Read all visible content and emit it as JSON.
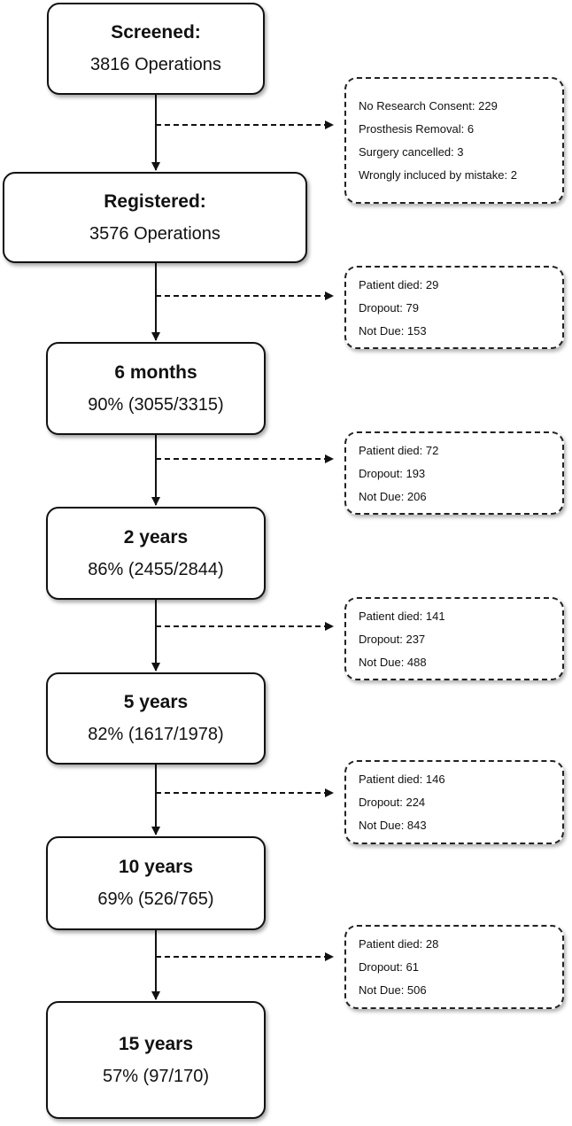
{
  "stages": [
    {
      "title": "Screened:",
      "value": "3816 Operations"
    },
    {
      "title": "Registered:",
      "value": "3576 Operations"
    },
    {
      "title": "6 months",
      "value": "90% (3055/3315)"
    },
    {
      "title": "2 years",
      "value": "86% (2455/2844)"
    },
    {
      "title": "5 years",
      "value": "82% (1617/1978)"
    },
    {
      "title": "10 years",
      "value": "69% (526/765)"
    },
    {
      "title": "15 years",
      "value": "57% (97/170)"
    }
  ],
  "exclusions": [
    {
      "items": [
        "No Research Consent: 229",
        "Prosthesis Removal: 6",
        "Surgery cancelled: 3",
        "Wrongly incluced by mistake: 2"
      ]
    },
    {
      "items": [
        "Patient died: 29",
        "Dropout: 79",
        "Not Due: 153"
      ]
    },
    {
      "items": [
        "Patient died: 72",
        "Dropout: 193",
        "Not Due: 206"
      ]
    },
    {
      "items": [
        "Patient died: 141",
        "Dropout: 237",
        "Not Due: 488"
      ]
    },
    {
      "items": [
        "Patient died: 146",
        "Dropout: 224",
        "Not Due: 843"
      ]
    },
    {
      "items": [
        "Patient died: 28",
        "Dropout: 61",
        "Not Due: 506"
      ]
    }
  ]
}
